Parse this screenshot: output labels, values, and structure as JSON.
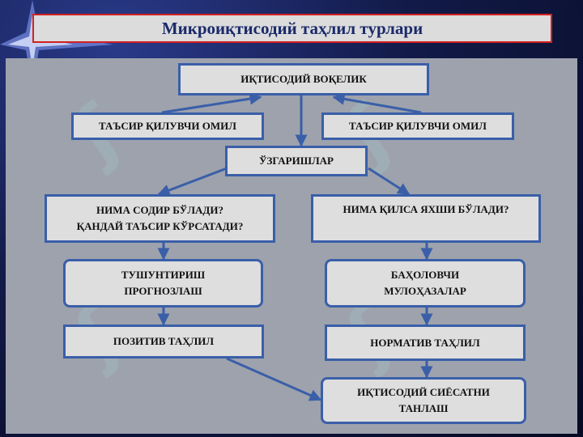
{
  "title": "Микроиқтисодий таҳлил турлари",
  "nodes": {
    "reality": "ИҚТИСОДИЙ ВОҚЕЛИК",
    "factor_left": "ТАЪСИР ҚИЛУВЧИ ОМИЛ",
    "factor_right": "ТАЪСИР ҚИЛУВЧИ ОМИЛ",
    "changes": "ЎЗГАРИШЛАР",
    "question_left": "НИМА СОДИР БЎЛАДИ?\nҚАНДАЙ ТАЪСИР КЎРСАТАДИ?",
    "question_right": "НИМА ҚИЛСА ЯХШИ БЎЛАДИ?",
    "explain": "ТУШУНТИРИШ\nПРОГНОЗЛАШ",
    "evaluative": "БАҲОЛОВЧИ\nМУЛОҲАЗАЛАР",
    "positive": "ПОЗИТИВ ТАҲЛИЛ",
    "normative": "НОРМАТИВ ТАҲЛИЛ",
    "policy": "ИҚТИСОДИЙ СИЁСАТНИ\nТАНЛАШ"
  },
  "colors": {
    "node_border": "#3a5fa8",
    "node_fill": "#dedede",
    "panel": "#9da2ad",
    "title_border": "#d42020",
    "title_text": "#1a2a6a",
    "arrow": "#3a5fa8"
  }
}
